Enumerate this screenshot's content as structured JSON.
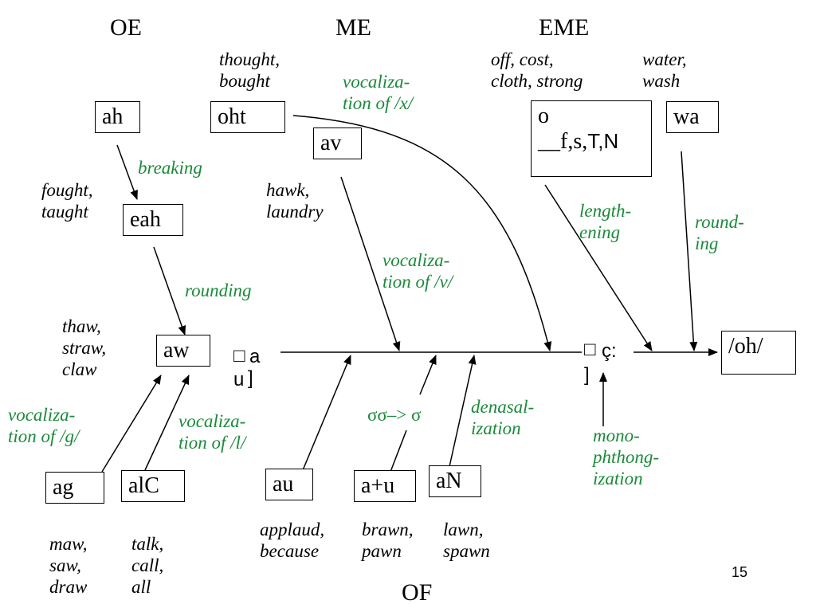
{
  "headers": {
    "oe": "OE",
    "me": "ME",
    "eme": "EME",
    "of": "OF"
  },
  "boxes": {
    "ah": "ah",
    "oht": "oht",
    "av": "av",
    "eah": "eah",
    "aw": "aw",
    "o_line1": "o",
    "o_line2a": "__f,s,",
    "o_line2b": "T,N",
    "wa": "wa",
    "oh": "/oh/",
    "ag": "ag",
    "alC": "alC",
    "au": "au",
    "a_plus_u": "a+u",
    "aN": "aN"
  },
  "phonetic": {
    "au_a": "a",
    "au_u": "u",
    "oo_c": "ç:"
  },
  "examples": {
    "thought_bought": [
      "thought,",
      "bought"
    ],
    "off_cost": [
      "off, cost,",
      "cloth, strong"
    ],
    "water_wash": [
      "water,",
      "wash"
    ],
    "fought_taught": [
      "fought,",
      "taught"
    ],
    "hawk_laundry": [
      "hawk,",
      "laundry"
    ],
    "thaw_straw_claw": [
      "thaw,",
      "straw,",
      "claw"
    ],
    "applaud_because": [
      "applaud,",
      "because"
    ],
    "brawn_pawn": [
      "brawn,",
      "pawn"
    ],
    "lawn_spawn": [
      "lawn,",
      "spawn"
    ],
    "maw_saw_draw": [
      "maw,",
      "saw,",
      "draw"
    ],
    "talk_call_all": [
      "talk,",
      "call,",
      "all"
    ]
  },
  "processes": {
    "breaking": [
      "breaking"
    ],
    "vocalization_x": [
      "vocaliza-",
      "tion of /x/"
    ],
    "lengthening": [
      "length-",
      "ening"
    ],
    "rounding_ing": [
      "round-",
      "ing"
    ],
    "vocalization_v": [
      "vocaliza-",
      "tion of /v/"
    ],
    "rounding": [
      "rounding"
    ],
    "vocalization_g": [
      "vocaliza-",
      "tion of /g/"
    ],
    "vocalization_l": [
      "vocaliza-",
      "tion of /l/"
    ],
    "denasalization": [
      "denasal-",
      "ization"
    ],
    "monophthongization": [
      "mono-",
      "phthong-",
      "ization"
    ]
  },
  "sigma_rule": "σσ–> σ",
  "page_number": "15",
  "colors": {
    "process_text": "#1a8a3a",
    "lines": "#000000"
  }
}
